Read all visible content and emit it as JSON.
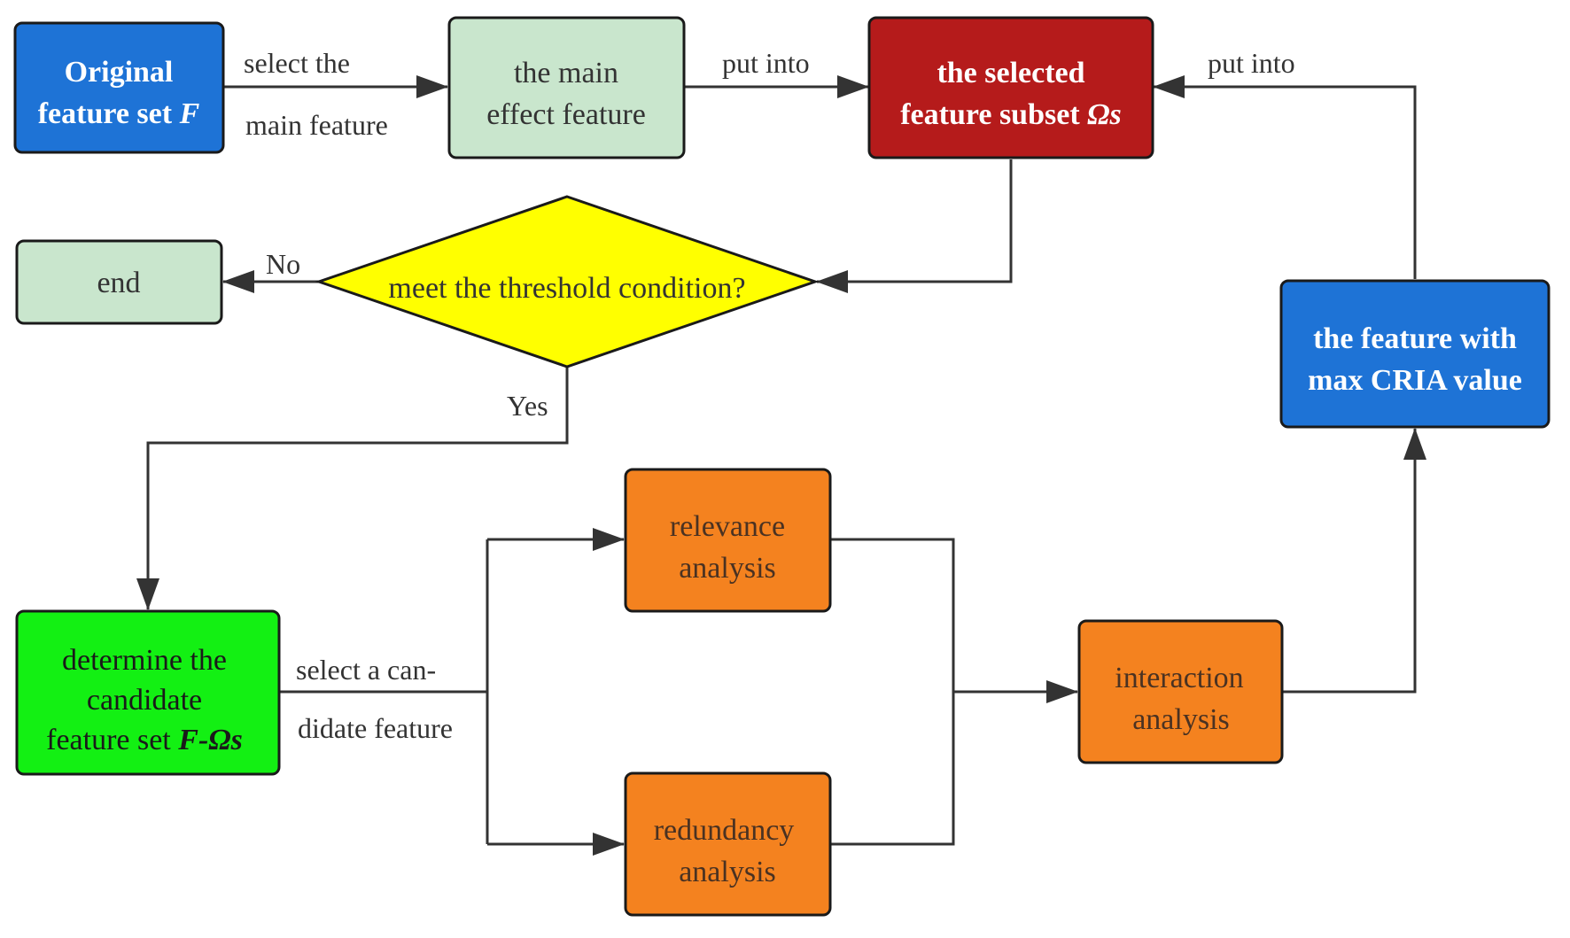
{
  "colors": {
    "blue": "#1e73d6",
    "light_green": "#c9e6cd",
    "dark_red": "#b51b1b",
    "yellow": "#ffff00",
    "bright_green": "#13f013",
    "orange": "#f4821f",
    "edge": "#333333",
    "border": "#1a1a1a"
  },
  "nodes": {
    "original": {
      "line1": "Original",
      "line2": "feature set ",
      "line2_var": "F"
    },
    "main_effect": {
      "line1": "the main",
      "line2": "effect feature"
    },
    "selected": {
      "line1": "the selected",
      "line2": "feature subset ",
      "line2_var": "Ωs"
    },
    "end": {
      "label": "end"
    },
    "threshold": {
      "label": "meet the threshold condition?"
    },
    "max_cria": {
      "line1": "the feature with",
      "line2": "max CRIA value"
    },
    "candidate": {
      "line1": "determine the",
      "line2": "candidate",
      "line3": "feature set ",
      "line3_var": "F-Ωs"
    },
    "relevance": {
      "line1": "relevance",
      "line2": "analysis"
    },
    "redundancy": {
      "line1": "redundancy",
      "line2": "analysis"
    },
    "interaction": {
      "line1": "interaction",
      "line2": "analysis"
    }
  },
  "edges": {
    "select_main_1": "select the",
    "select_main_2": "main feature",
    "put_into_1": "put into",
    "put_into_2": "put into",
    "no": "No",
    "yes": "Yes",
    "select_candidate_1": "select a can-",
    "select_candidate_2": "didate feature"
  }
}
